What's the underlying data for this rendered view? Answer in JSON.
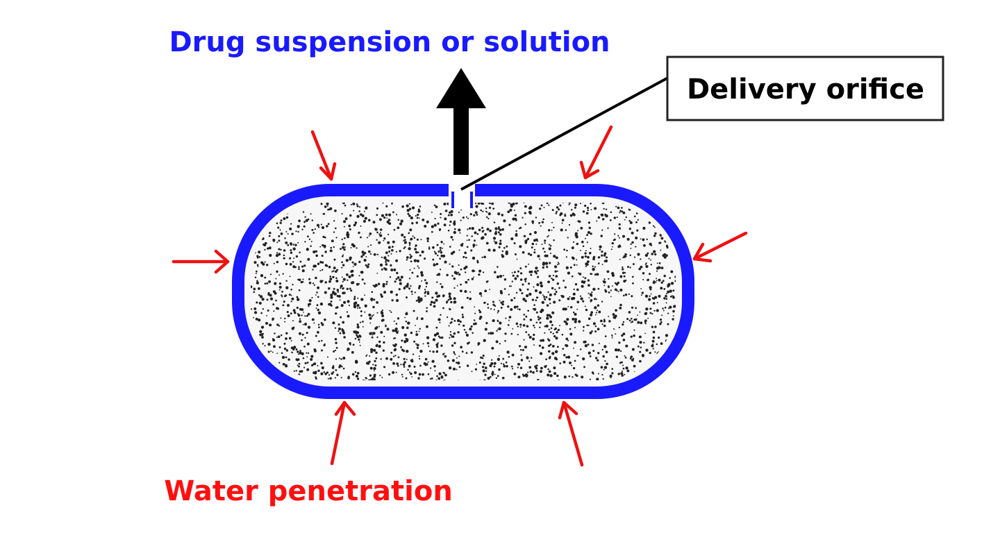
{
  "labels": {
    "drug_output": "Drug suspension or solution",
    "delivery_orifice": "Delivery orifice",
    "water_penetration": "Water penetration"
  },
  "colors": {
    "membrane": "#1a1aff",
    "water_arrows": "#ee1111",
    "drug_arrow": "#000000",
    "core_dots": "#222222"
  },
  "icons": {
    "drug_arrow": "arrow-up-icon",
    "water_arrows": "arrow-inward-icon"
  }
}
